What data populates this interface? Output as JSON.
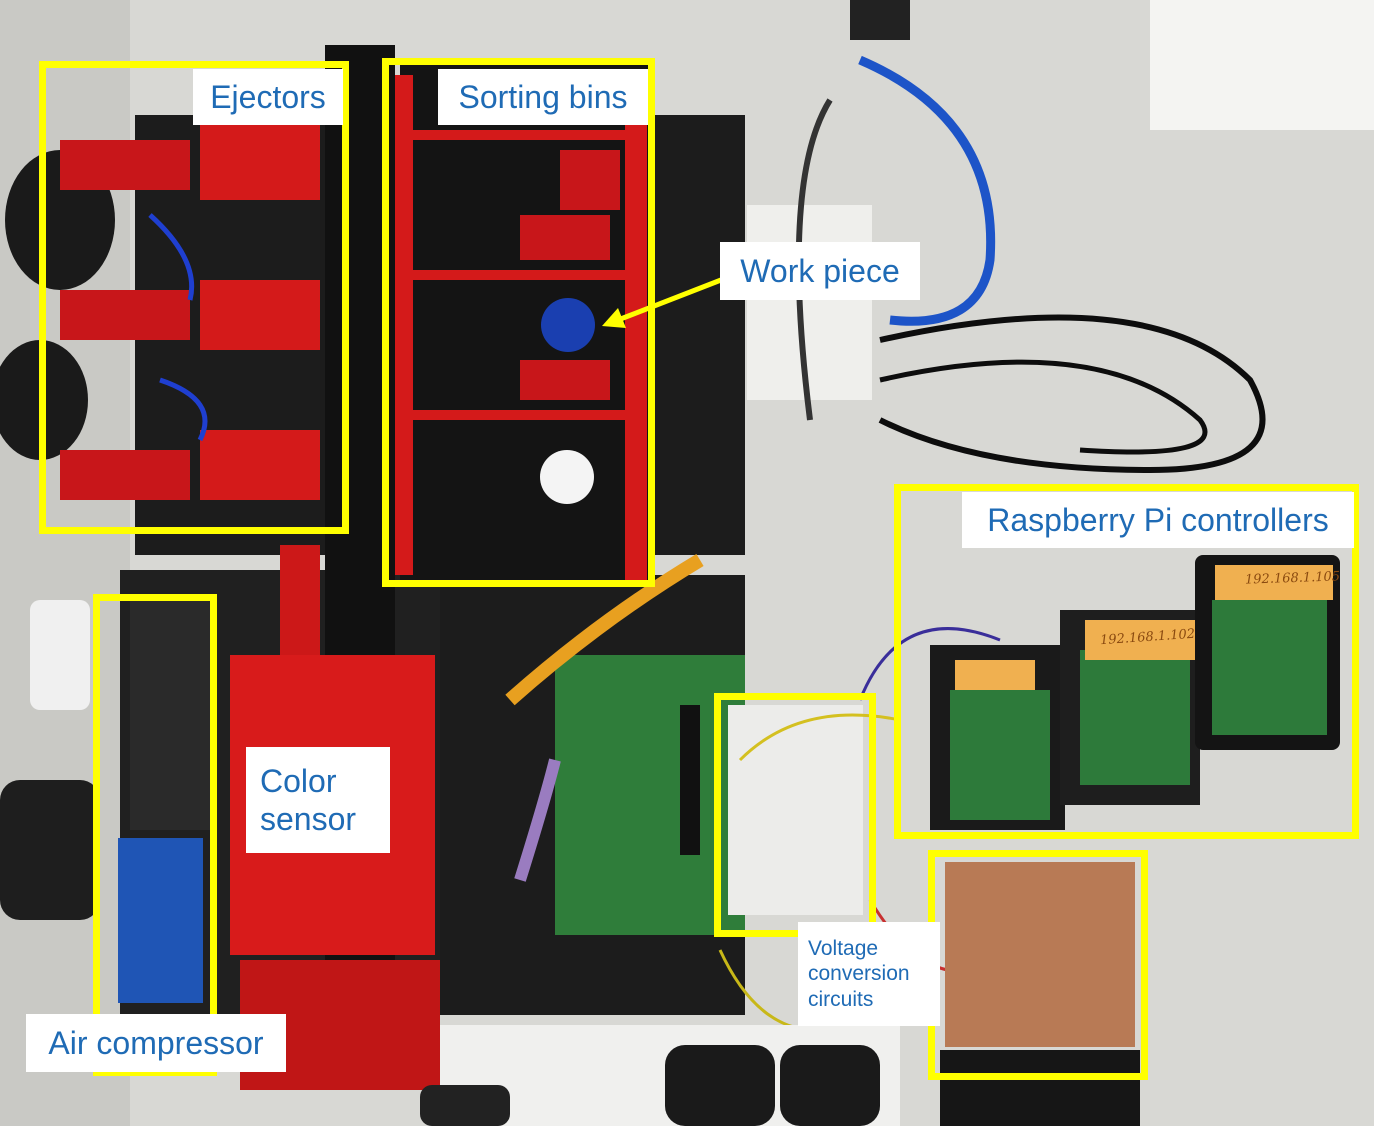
{
  "colors": {
    "highlight_box": "#ffff00",
    "label_text": "#1f6bb5",
    "label_background": "#ffffff"
  },
  "annotations": {
    "ejectors": "Ejectors",
    "sorting_bins": "Sorting bins",
    "work_piece": "Work piece",
    "raspberry_pi_controllers": "Raspberry Pi controllers",
    "color_sensor_line1": "Color",
    "color_sensor_line2": "sensor",
    "air_compressor": "Air compressor",
    "voltage_line1": "Voltage",
    "voltage_line2": "conversion",
    "voltage_line3": "circuits"
  },
  "handwritten_notes": {
    "pi_sticker_right": "192.168.1.105",
    "pi_sticker_middle": "192.168.1.102"
  }
}
